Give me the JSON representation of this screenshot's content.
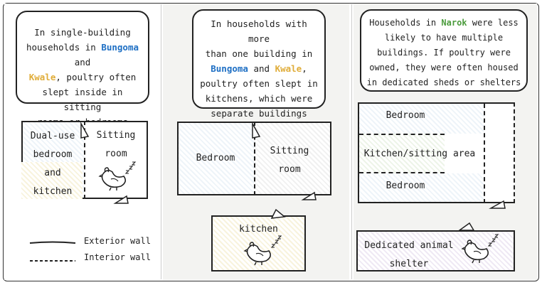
{
  "panel1": {
    "caption": {
      "line1": "In single-building",
      "line2a": "households in ",
      "bungoma": "Bungoma",
      "and": " and",
      "kwale": "Kwale",
      "line3b": ", poultry often",
      "line4": "slept inside in sitting",
      "line5": "rooms or bedrooms"
    },
    "room_left_lines": [
      "Dual-use",
      "bedroom",
      "and",
      "kitchen"
    ],
    "room_right_lines": [
      "Sitting",
      "room"
    ],
    "legend": {
      "exterior": "Exterior wall",
      "interior": "Interior wall"
    }
  },
  "panel2": {
    "caption": {
      "line1": "In households with more",
      "line2": "than one building in",
      "bungoma": "Bungoma",
      "and": " and ",
      "kwale": "Kwale",
      "comma": ",",
      "line4": "poultry often slept in",
      "line5": "kitchens, which were",
      "line6": "separate buildings"
    },
    "room_bedroom": "Bedroom",
    "room_sitting_lines": [
      "Sitting",
      "room"
    ],
    "kitchen": "kitchen"
  },
  "panel3": {
    "caption": {
      "line1a": "Households in ",
      "narok": "Narok",
      "line1b": " were less",
      "line2": "likely to have multiple",
      "line3": "buildings. If poultry were",
      "line4": "owned, they were often housed",
      "line5": "in dedicated sheds or shelters"
    },
    "rooms": [
      "Bedroom",
      "Kitchen/sitting area",
      "Bedroom"
    ],
    "shelter_lines": [
      "Dedicated animal",
      "shelter"
    ]
  },
  "icons": [
    "chicken-sleeping-icon",
    "zzz-icon"
  ]
}
